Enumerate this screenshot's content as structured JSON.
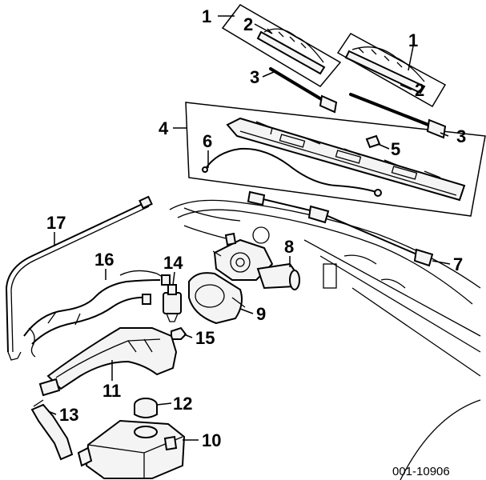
{
  "callouts": {
    "c1a": "1",
    "c2a": "2",
    "c3a": "3",
    "c1b": "1",
    "c2b": "2",
    "c3b": "3",
    "c4": "4",
    "c5": "5",
    "c6": "6",
    "c7": "7",
    "c8": "8",
    "c9": "9",
    "c10": "10",
    "c11": "11",
    "c12": "12",
    "c13": "13",
    "c14": "14",
    "c15": "15",
    "c16": "16",
    "c17": "17"
  },
  "reference_number": "001-10906"
}
